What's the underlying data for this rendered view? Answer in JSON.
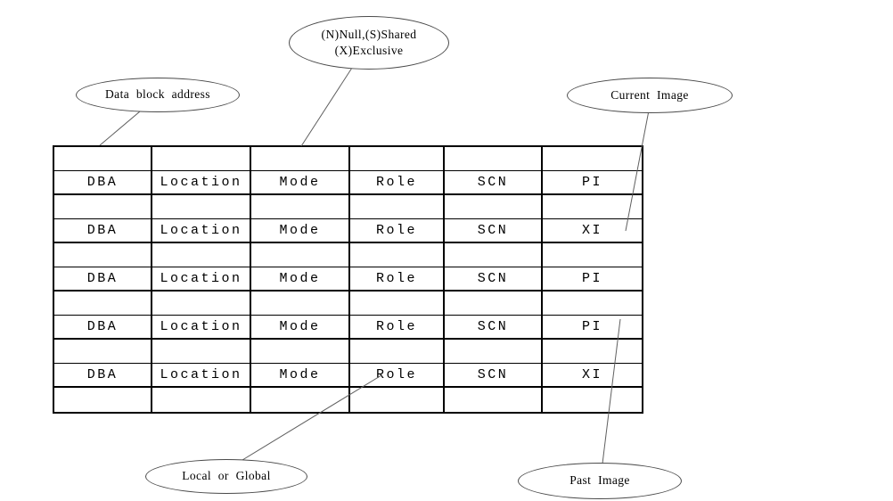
{
  "callouts": {
    "mode": {
      "line1": "(N)Null,(S)Shared",
      "line2": "(X)Exclusive"
    },
    "dba": {
      "label": "Data block address"
    },
    "current_image": {
      "label": "Current Image"
    },
    "local_or_global": {
      "label": "Local or Global"
    },
    "past_image": {
      "label": "Past Image"
    }
  },
  "table": {
    "rows": [
      {
        "type": "empty",
        "cells": [
          "",
          "",
          "",
          "",
          "",
          ""
        ]
      },
      {
        "type": "data",
        "cells": [
          "DBA",
          "Location",
          "Mode",
          "Role",
          "SCN",
          "PI"
        ]
      },
      {
        "type": "empty",
        "cells": [
          "",
          "",
          "",
          "",
          "",
          ""
        ]
      },
      {
        "type": "data",
        "cells": [
          "DBA",
          "Location",
          "Mode",
          "Role",
          "SCN",
          "XI"
        ]
      },
      {
        "type": "empty",
        "cells": [
          "",
          "",
          "",
          "",
          "",
          ""
        ]
      },
      {
        "type": "data",
        "cells": [
          "DBA",
          "Location",
          "Mode",
          "Role",
          "SCN",
          "PI"
        ]
      },
      {
        "type": "empty",
        "cells": [
          "",
          "",
          "",
          "",
          "",
          ""
        ]
      },
      {
        "type": "data",
        "cells": [
          "DBA",
          "Location",
          "Mode",
          "Role",
          "SCN",
          "PI"
        ]
      },
      {
        "type": "empty",
        "cells": [
          "",
          "",
          "",
          "",
          "",
          ""
        ]
      },
      {
        "type": "data",
        "cells": [
          "DBA",
          "Location",
          "Mode",
          "Role",
          "SCN",
          "XI"
        ]
      },
      {
        "type": "empty",
        "cells": [
          "",
          "",
          "",
          "",
          "",
          ""
        ]
      }
    ]
  },
  "colors": {
    "background": "#ffffff",
    "table_border": "#000000",
    "callout_line": "#5f5f5f",
    "text": "#000000"
  }
}
